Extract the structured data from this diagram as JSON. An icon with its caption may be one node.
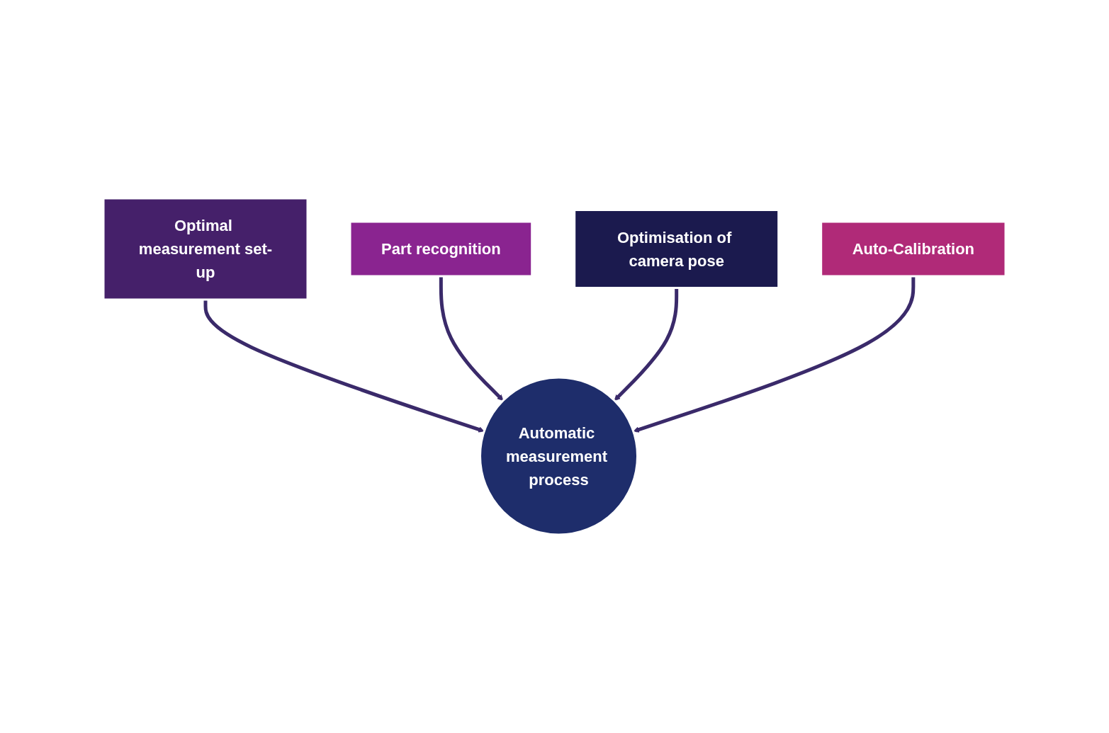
{
  "diagram": {
    "nodes": [
      {
        "text": [
          "Optimal measurement set-up"
        ]
      },
      {
        "text": [
          "Part recognition"
        ]
      },
      {
        "text": [
          "Optimisation of camera pose"
        ]
      },
      {
        "text": [
          "Auto-Calibration"
        ]
      },
      {
        "text": [
          "Automatic measurement process"
        ]
      }
    ],
    "edges": [
      {
        "from": 0,
        "to": 4,
        "arrow": "to"
      },
      {
        "from": 1,
        "to": 4,
        "arrow": "to"
      },
      {
        "from": 2,
        "to": 4,
        "arrow": "to"
      },
      {
        "from": 3,
        "to": 4,
        "arrow": "to"
      }
    ]
  }
}
